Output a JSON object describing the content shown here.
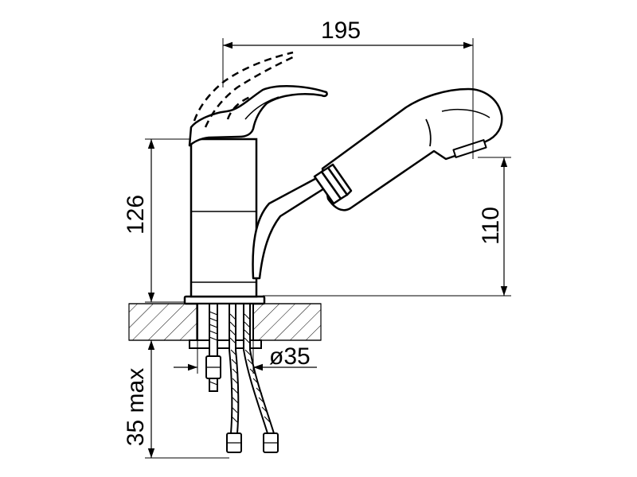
{
  "dimensions": {
    "width": "195",
    "body_height": "126",
    "spout_height": "110",
    "hole_diameter": "ø35",
    "max_thickness": "35 max"
  }
}
